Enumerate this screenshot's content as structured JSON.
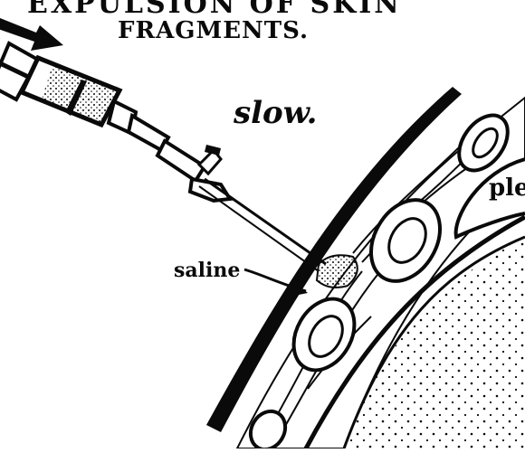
{
  "heading": {
    "line1": "EXPULSION OF SKIN",
    "line2": "FRAGMENTS."
  },
  "labels": {
    "speed": "slow.",
    "fluid": "saline",
    "tissue": "ple"
  },
  "colors": {
    "ink": "#0a0a0a",
    "paper": "#ffffff"
  },
  "icons": [
    "arrow-icon",
    "syringe-icon",
    "needle-icon",
    "stopcock-icon"
  ]
}
